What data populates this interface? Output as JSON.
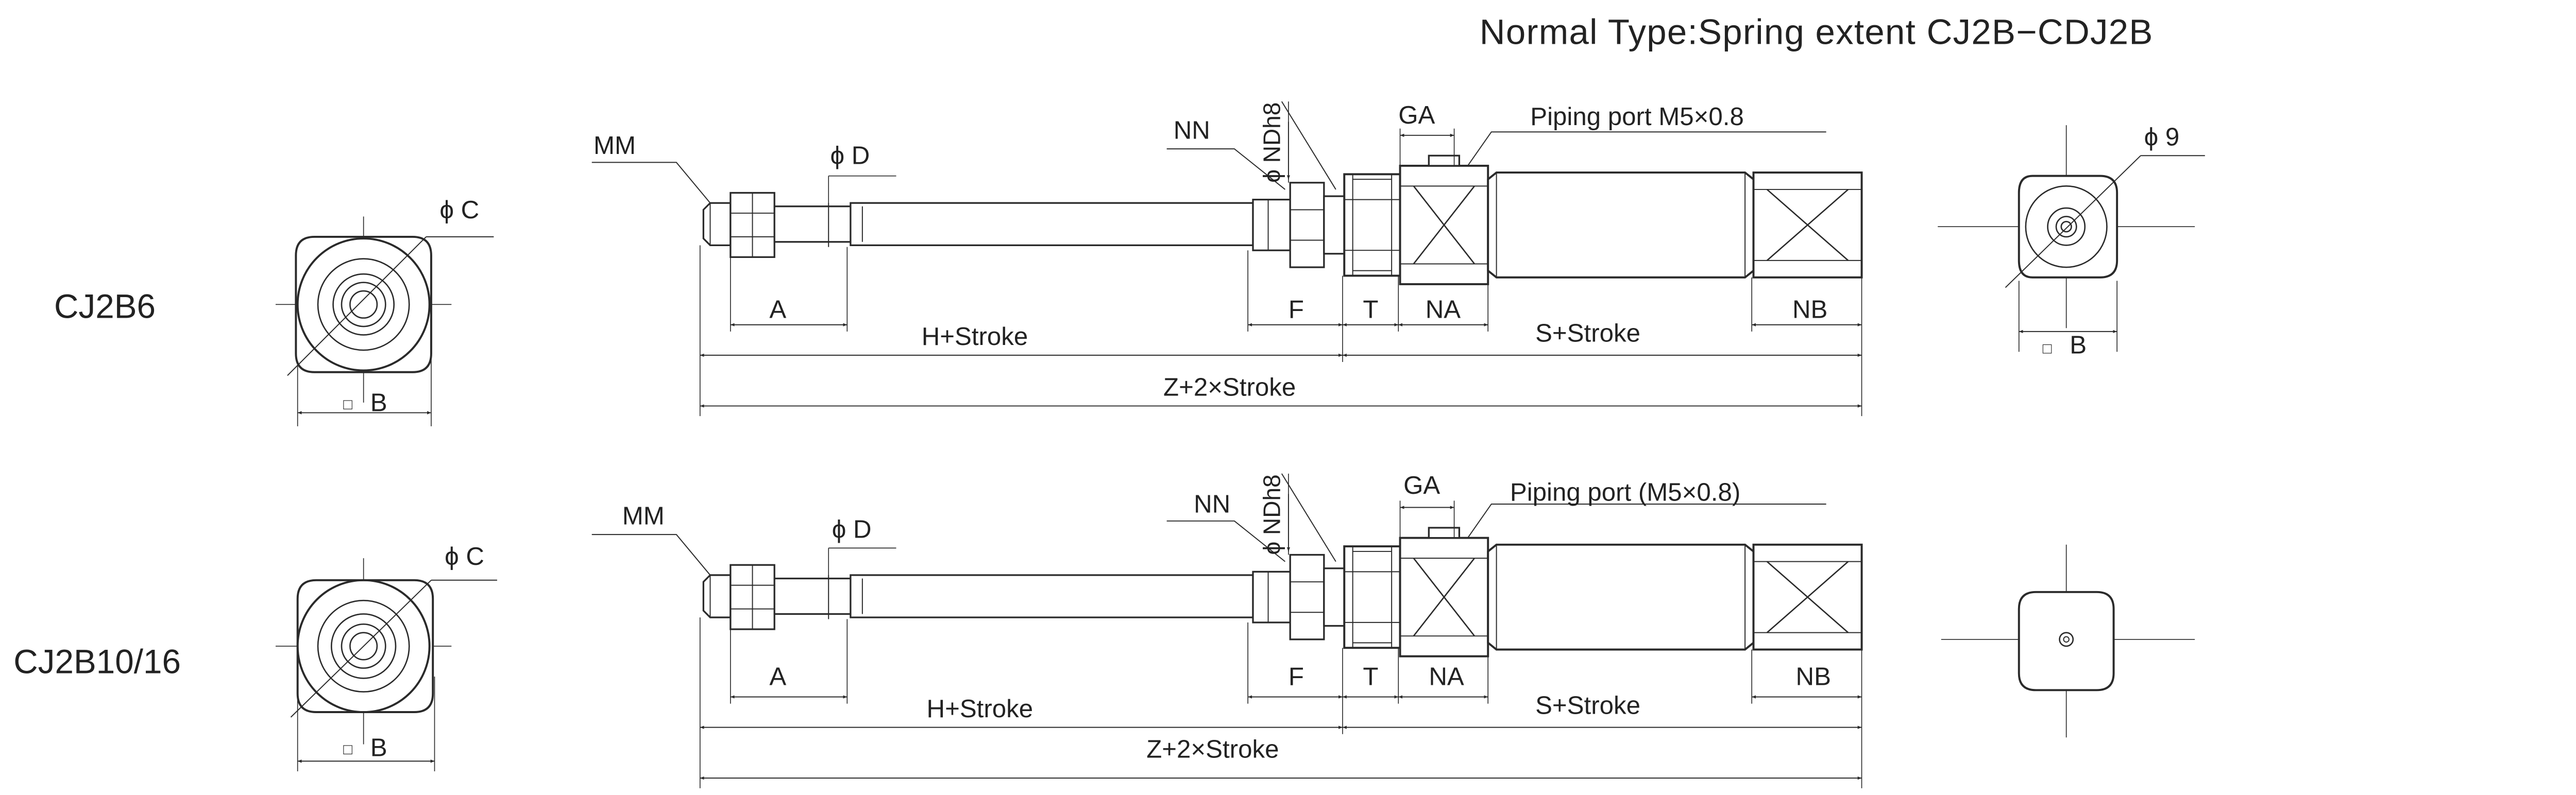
{
  "title": "Normal Type:Spring extent CJ2B−CDJ2B",
  "models": [
    {
      "name": "CJ2B6",
      "labels": {
        "mm": "MM",
        "phi_d": "ϕ D",
        "nn": "NN",
        "phi_ndh8": "ϕ NDh8",
        "ga": "GA",
        "piping": "Piping port M5×0.8",
        "a": "A",
        "f": "F",
        "t": "T",
        "na": "NA",
        "nb": "NB",
        "h_stroke": "H+Stroke",
        "s_stroke": "S+Stroke",
        "z_stroke": "Z+2×Stroke"
      },
      "front_view": {
        "phi_c": "ϕ C",
        "b_symbol": "□",
        "b": "B"
      },
      "rear_view": {
        "phi_9": "ϕ 9",
        "b_symbol": "□",
        "b": "B"
      }
    },
    {
      "name": "CJ2B10/16",
      "labels": {
        "mm": "MM",
        "phi_d": "ϕ D",
        "nn": "NN",
        "phi_ndh8": "ϕ NDh8",
        "ga": "GA",
        "piping": "Piping port (M5×0.8)",
        "a": "A",
        "f": "F",
        "t": "T",
        "na": "NA",
        "nb": "NB",
        "h_stroke": "H+Stroke",
        "s_stroke": "S+Stroke",
        "z_stroke": "Z+2×Stroke"
      },
      "front_view": {
        "phi_c": "ϕ C",
        "b_symbol": "□",
        "b": "B"
      }
    }
  ]
}
